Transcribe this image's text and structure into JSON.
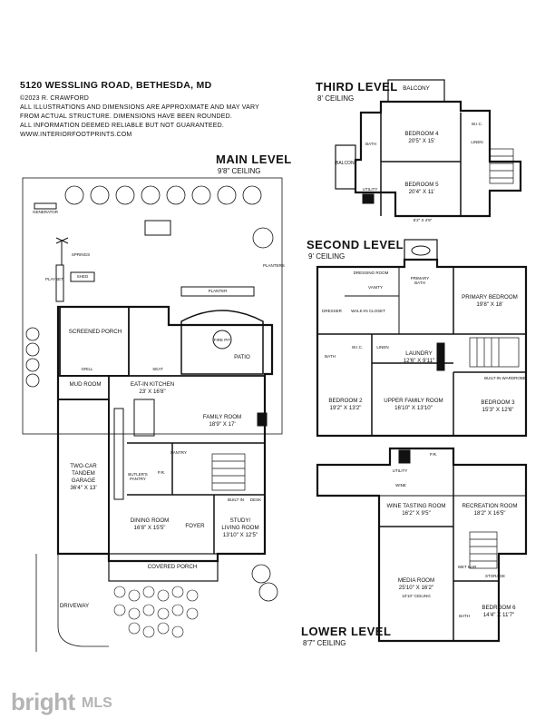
{
  "header": {
    "address": "5120 WESSLING ROAD, BETHESDA, MD",
    "copyright": "©2023 R. CRAWFORD",
    "disclaimer_1": "ALL ILLUSTRATIONS AND DIMENSIONS ARE APPROXIMATE AND MAY VARY",
    "disclaimer_2": "FROM ACTUAL STRUCTURE. DIMENSIONS HAVE BEEN ROUNDED.",
    "disclaimer_3": "ALL INFORMATION DEEMED RELIABLE BUT NOT GUARANTEED.",
    "website": "WWW.INTERIORFOOTPRINTS.COM"
  },
  "main_level": {
    "title": "MAIN LEVEL",
    "ceiling": "9'8\" CEILING",
    "rooms": {
      "screened_porch": "SCREENED PORCH",
      "eat_in_kitchen": "EAT-IN KITCHEN\n23' X 16'8\"",
      "family_room": "FAMILY ROOM\n18'9\" X 17'",
      "garage": "TWO-CAR\nTANDEM\nGARAGE\n36'4\" X 13'",
      "dining_room": "DINING ROOM\n16'8\" X 15'5\"",
      "foyer": "FOYER",
      "study": "STUDY/\nLIVING ROOM\n13'10\" X 12'5\"",
      "covered_porch": "COVERED PORCH",
      "patio": "PATIO",
      "mud_room": "MUD ROOM",
      "driveway": "DRIVEWAY"
    },
    "small_labels": {
      "generator": "GENERATOR",
      "planter": "PLANTER",
      "planters": "PLANTERS",
      "shed": "SHED",
      "playset": "PLAYSET",
      "fire_pit": "FIRE PIT",
      "seat": "SEAT",
      "grill": "GRILL",
      "pantry": "PANTRY",
      "pr": "P.R.",
      "butlers_pantry": "BUTLER'S\nPANTRY",
      "built_in": "BUILT IN",
      "desk": "DESK",
      "springs": "SPRINGS"
    }
  },
  "third_level": {
    "title": "THIRD LEVEL",
    "ceiling": "8' CEILING",
    "rooms": {
      "balcony_top": "BALCONY",
      "balcony_left": "BALCONY",
      "bedroom4": "BEDROOM 4\n20'5\" X 15'",
      "bedroom5": "BEDROOM 5\n20'4\" X 11'",
      "bath": "BATH",
      "utility": "UTILITY",
      "wic": "W.I.C.",
      "linen": "LINEN",
      "storage_dim": "6'2\" X 4'9\""
    }
  },
  "second_level": {
    "title": "SECOND LEVEL",
    "ceiling": "9' CEILING",
    "rooms": {
      "dressing_room": "DRESSING ROOM",
      "primary_bath": "PRIMARY\nBATH",
      "primary_bedroom": "PRIMARY BEDROOM\n19'8\" X 18'",
      "walk_in_closet": "WALK-IN CLOSET",
      "laundry": "LAUNDRY\n12'6\" X 9'11\"",
      "bedroom2": "BEDROOM 2\n19'2\" X 13'2\"",
      "upper_family": "UPPER FAMILY ROOM\n16'10\" X 13'10\"",
      "bedroom3": "BEDROOM 3\n15'3\" X 12'6\"",
      "wic": "W.I.C.",
      "bath": "BATH",
      "linen": "LINEN",
      "built_in_wardrobe": "BUILT-IN WARDROBE",
      "vanity": "VANITY",
      "dresser": "DRESSER"
    }
  },
  "lower_level": {
    "title": "LOWER LEVEL",
    "ceiling": "8'7\" CEILING",
    "rooms": {
      "utility": "UTILITY",
      "wine_tasting": "WINE TASTING ROOM\n16'2\" X 9'5\"",
      "recreation": "RECREATION ROOM\n18'2\" X 16'5\"",
      "media": "MEDIA ROOM\n25'10\" X 16'2\"",
      "media_ceiling": "10'10\" CEILING",
      "wet_bar": "WET BAR",
      "storage": "STORAGE",
      "bedroom6": "BEDROOM 6\n14'4\" X 11'7\"",
      "bath": "BATH",
      "pr": "P.R.",
      "wine": "WINE"
    }
  },
  "watermark": {
    "brand": "bright",
    "suffix": "MLS"
  }
}
